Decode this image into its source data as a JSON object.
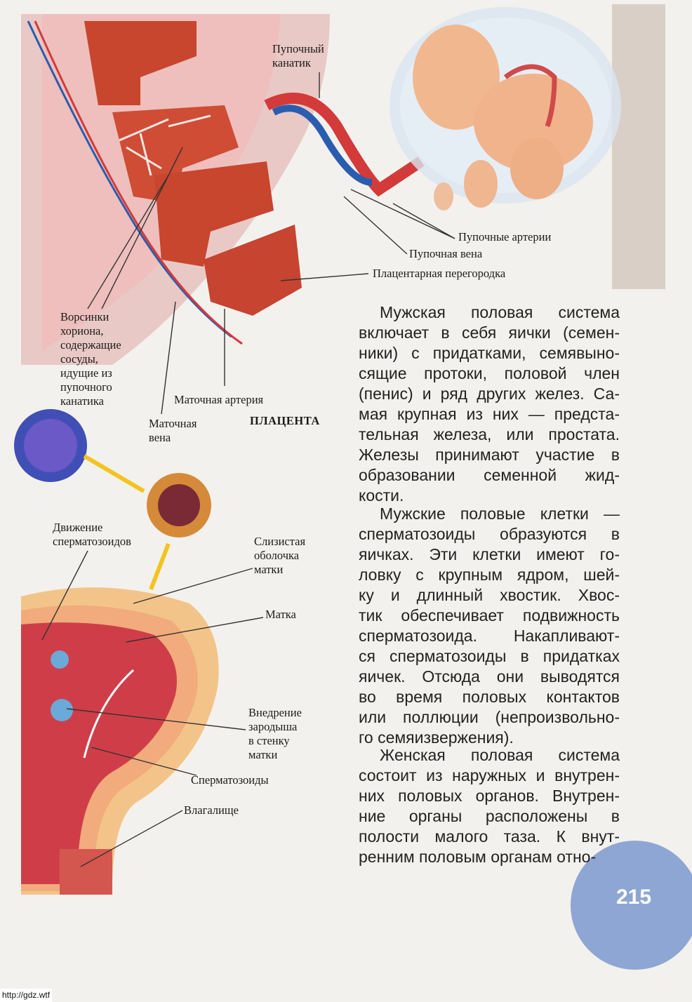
{
  "labels": {
    "umbilical_cord": "Пупочный\nканатик",
    "umbilical_arteries": "Пупочные артерии",
    "umbilical_vein": "Пупочная вена",
    "placental_septum": "Плацентарная перегородка",
    "chorion_villi": "Ворсинки\nхориона,\nсодержащие\nсосуды,\nидущие из\nпупочного\nканатика",
    "uterine_artery": "Маточная артерия",
    "uterine_vein": "Маточная\nвена",
    "placenta": "ПЛАЦЕНТА",
    "sperm_movement": "Движение\nсперматозоидов",
    "uterine_mucosa": "Слизистая\nоболочка\nматки",
    "uterus": "Матка",
    "implantation": "Внедрение\nзародыша\nв стенку\nматки",
    "spermatozoa": "Сперматозоиды",
    "vagina": "Влагалище"
  },
  "text": {
    "p1": [
      "Мужская половая система",
      "включает в себя яички (семен-",
      "ники) с придатками, семявыно-",
      "сящие протоки, половой член",
      "(пенис) и ряд других желез. Са-",
      "мая крупная из них — предста-",
      "тельная железа, или простата.",
      "Железы принимают участие в",
      "образовании семенной жид-",
      "кости."
    ],
    "p2": [
      "Мужские половые клетки —",
      "сперматозоиды образуются в",
      "яичках. Эти клетки имеют го-",
      "ловку с крупным ядром, шей-",
      "ку и длинный хвостик. Хвос-",
      "тик обеспечивает подвижность",
      "сперматозоида. Накапливают-",
      "ся сперматозоиды в придатках",
      "яичек. Отсюда они выводятся",
      "во время половых контактов",
      "или поллюции (непроизвольно-",
      "го семяизвержения)."
    ],
    "p3": [
      "Женская половая система",
      "состоит из наружных и внутрен-",
      "них половых органов. Внутрен-",
      "ние органы расположены в",
      "полости малого таза. К внут-",
      "ренним половым органам отно-"
    ]
  },
  "page_number": "215",
  "source_url": "http://gdz.wtf",
  "colors": {
    "tissue": "#c8452e",
    "artery": "#d33a3a",
    "vein": "#2a5db0",
    "tab": "#d9cfc7",
    "page_circle": "#8ea6d4"
  }
}
